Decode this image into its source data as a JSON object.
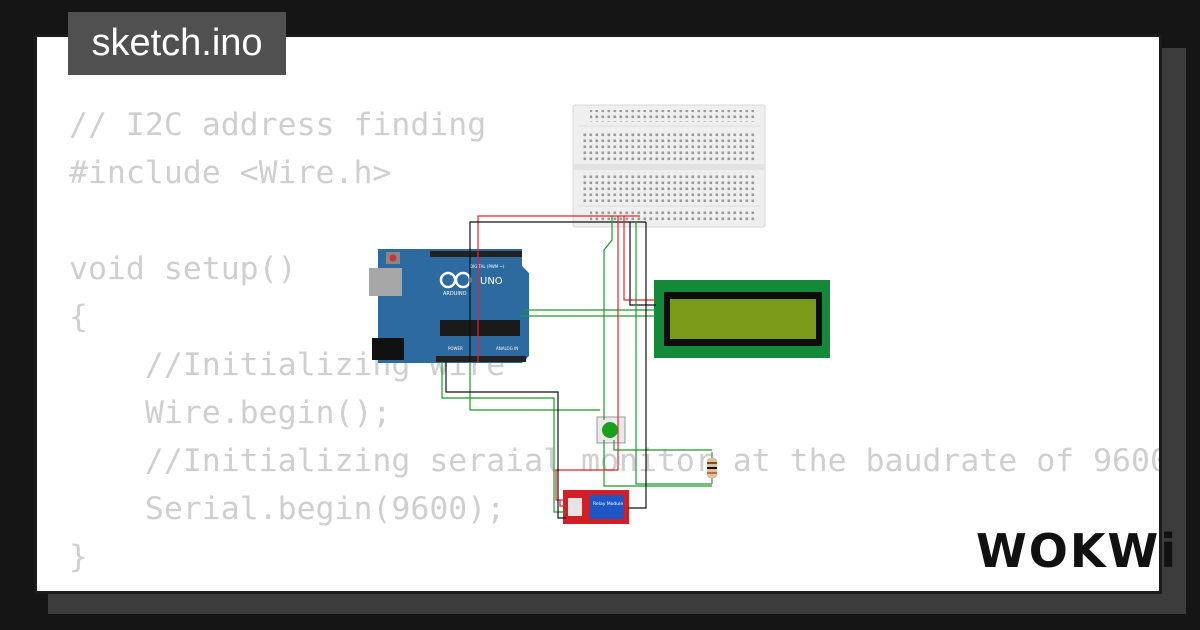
{
  "tab": {
    "filename": "sketch.ino"
  },
  "code_lines": [
    "// I2C address finding",
    "#include <Wire.h>",
    "",
    "void setup()",
    "{",
    "    //Initializing wire",
    "    Wire.begin();",
    "    //Initializing seraial monitor at the baudrate of 9600",
    "    Serial.begin(9600);",
    "}"
  ],
  "board": {
    "name": "UNO",
    "brand": "ARDUINO",
    "digital_label": "DIGITAL (PWM ~)",
    "analog_label": "ANALOG IN",
    "power_label": "POWER"
  },
  "relay": {
    "label": "Relay Module"
  },
  "brand": {
    "logo": "WOKWi"
  },
  "colors": {
    "board": "#2c6aa0",
    "lcd_pcb": "#138a3a",
    "lcd_screen": "#7c9a1a",
    "relay": "#d21f26",
    "wire_red": "#e4262b",
    "wire_green": "#1b9a2a",
    "wire_black": "#111111"
  }
}
